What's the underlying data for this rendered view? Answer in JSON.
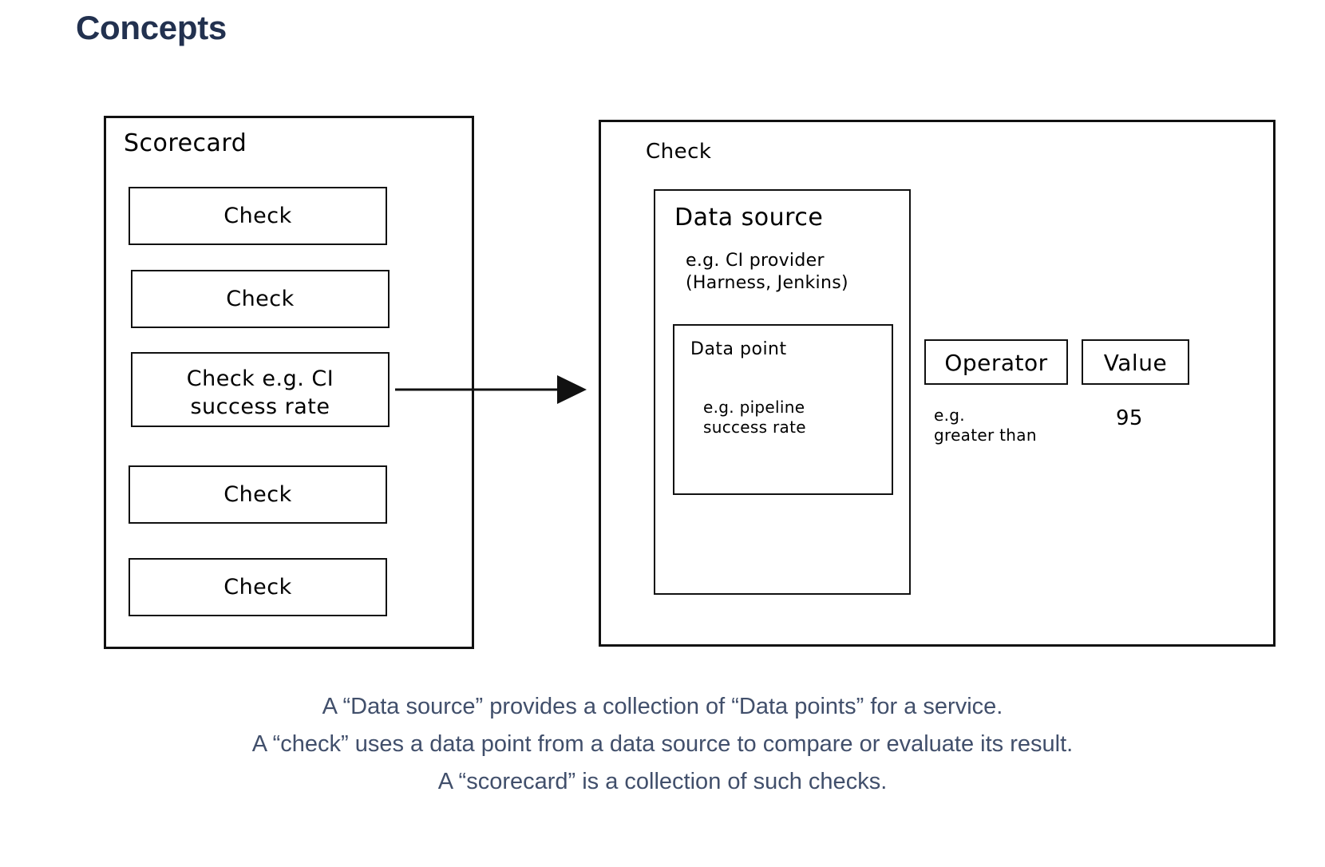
{
  "page": {
    "title": "Concepts",
    "title_color": "#22314f",
    "background": "#ffffff",
    "stroke_color": "#111111",
    "caption_color": "#414f6b"
  },
  "diagram": {
    "type": "concept-diagram",
    "scorecard": {
      "title": "Scorecard",
      "checks": [
        {
          "label": "Check"
        },
        {
          "label": "Check"
        },
        {
          "label": "Check e.g. CI\nsuccess rate"
        },
        {
          "label": "Check"
        },
        {
          "label": "Check"
        }
      ]
    },
    "arrow": {
      "from": "scorecard-check-3",
      "to": "check-detail",
      "style": "solid-line-filled-triangle-head"
    },
    "check_detail": {
      "title": "Check",
      "data_source": {
        "title": "Data source",
        "example": "e.g. CI provider\n(Harness, Jenkins)",
        "data_point": {
          "title": "Data point",
          "example": "e.g. pipeline\nsuccess rate"
        }
      },
      "operator": {
        "label": "Operator",
        "example": "e.g.\ngreater than"
      },
      "value": {
        "label": "Value",
        "example": "95"
      }
    }
  },
  "caption": {
    "lines": [
      "A “Data source” provides a collection of “Data points” for a service.",
      "A “check” uses a data point from a data source to compare or evaluate its result.",
      "A “scorecard” is a collection of such checks."
    ]
  }
}
